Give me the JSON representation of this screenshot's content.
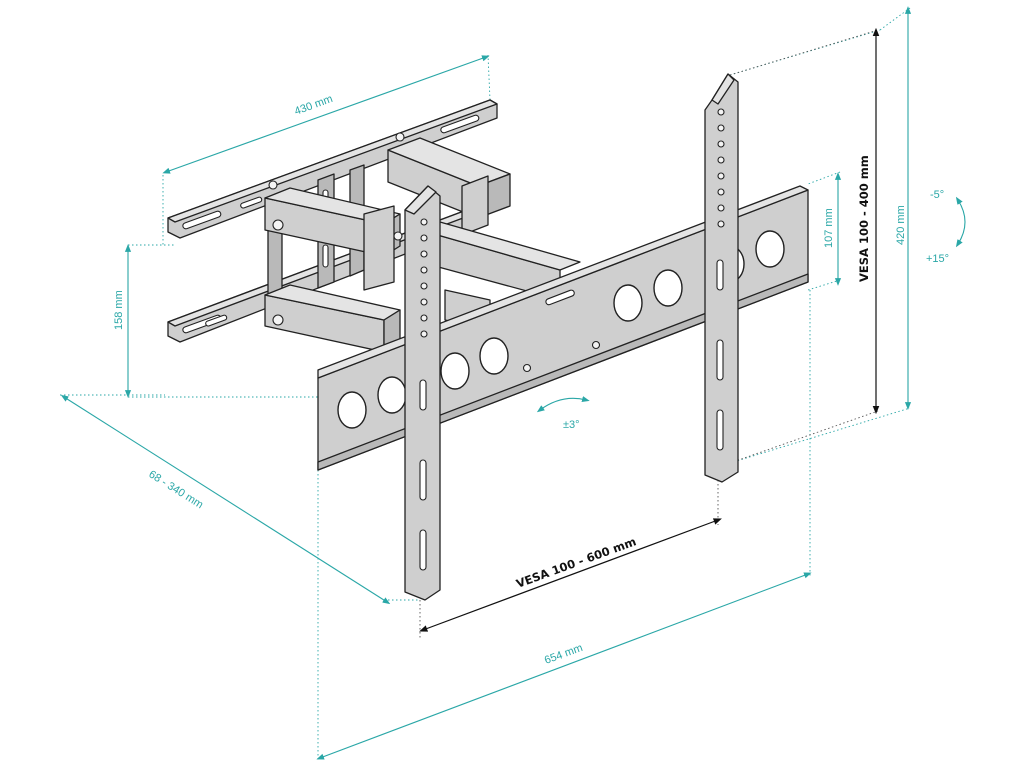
{
  "labels": {
    "wall_plate_width": "430 mm",
    "wall_plate_height": "158 mm",
    "arm_extension": "68 - 340 mm",
    "total_width": "654 mm",
    "total_height": "420 mm",
    "rail_height": "107 mm",
    "vesa_horizontal": "VESA 100 - 600 mm",
    "vesa_vertical": "VESA 100 - 400 mm",
    "tilt_up": "-5°",
    "tilt_down": "+15°",
    "swivel": "±3°"
  },
  "colors": {
    "dimension": "#2aa7a7",
    "vesa_dimension": "#111111",
    "steel": "#cfcfcf",
    "outline": "#222222"
  }
}
